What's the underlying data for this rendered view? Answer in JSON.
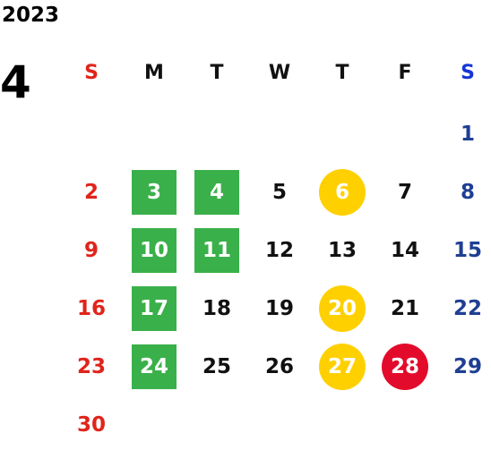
{
  "year": "2023",
  "month": "4",
  "weekdays": [
    "S",
    "M",
    "T",
    "W",
    "T",
    "F",
    "S"
  ],
  "colors": {
    "sunday": "#e0241b",
    "saturday": "#1f3f93",
    "saturday_header": "#1536d6",
    "weekday": "#111111",
    "green_mark": "#3ab04a",
    "yellow_mark": "#ffd000",
    "red_mark": "#e30b2b"
  },
  "weeks": [
    [
      "",
      "",
      "",
      "",
      "",
      "",
      "1"
    ],
    [
      "2",
      "3",
      "4",
      "5",
      "6",
      "7",
      "8"
    ],
    [
      "9",
      "10",
      "11",
      "12",
      "13",
      "14",
      "15"
    ],
    [
      "16",
      "17",
      "18",
      "19",
      "20",
      "21",
      "22"
    ],
    [
      "23",
      "24",
      "25",
      "26",
      "27",
      "28",
      "29"
    ],
    [
      "30",
      "",
      "",
      "",
      "",
      "",
      ""
    ]
  ],
  "marks": {
    "3": "green-square",
    "4": "green-square",
    "10": "green-square",
    "11": "green-square",
    "17": "green-square",
    "24": "green-square",
    "6": "yellow-circle",
    "20": "yellow-circle",
    "27": "yellow-circle",
    "28": "red-circle"
  }
}
